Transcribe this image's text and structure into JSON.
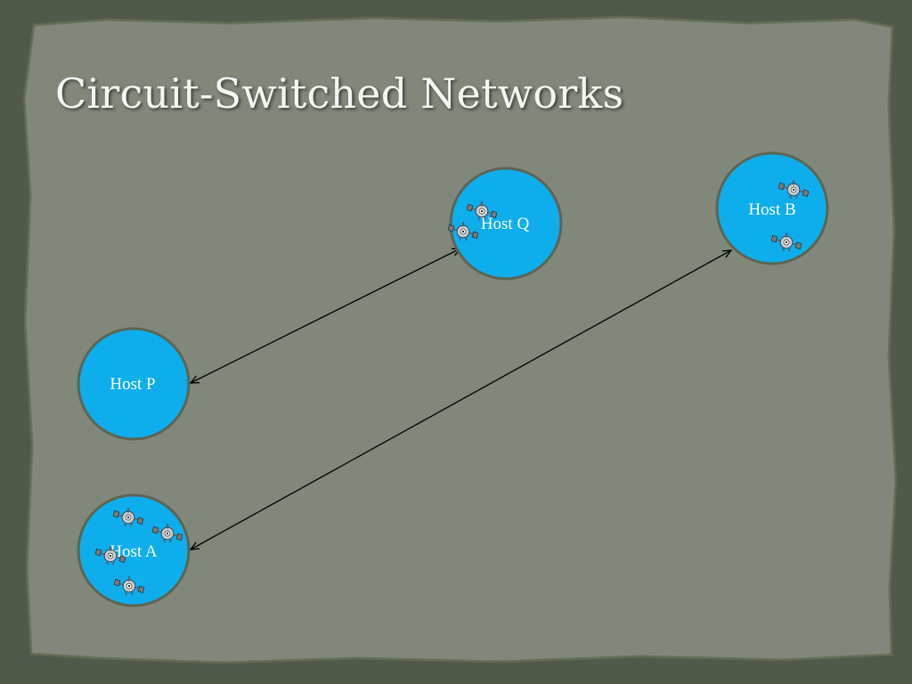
{
  "slide": {
    "title": "Circuit-Switched Networks"
  },
  "colors": {
    "background": "#4f5a49",
    "paper": "#7b8374",
    "node_fill": "#0eaeed",
    "node_border": "#5c6452",
    "connection_line": "#000000",
    "title_text": "#f4f6f2"
  },
  "nodes": [
    {
      "id": "host-q",
      "label": "Host Q",
      "sprite_count": 2
    },
    {
      "id": "host-b",
      "label": "Host B",
      "sprite_count": 2
    },
    {
      "id": "host-p",
      "label": "Host P",
      "sprite_count": 0
    },
    {
      "id": "host-a",
      "label": "Host A",
      "sprite_count": 4
    }
  ],
  "connections": [
    {
      "from": "Host P",
      "to": "Host Q",
      "direction": "bidirectional"
    },
    {
      "from": "Host A",
      "to": "Host B",
      "direction": "bidirectional"
    }
  ],
  "decorations": {
    "sprite_icon": "magnet-creature-icon"
  }
}
